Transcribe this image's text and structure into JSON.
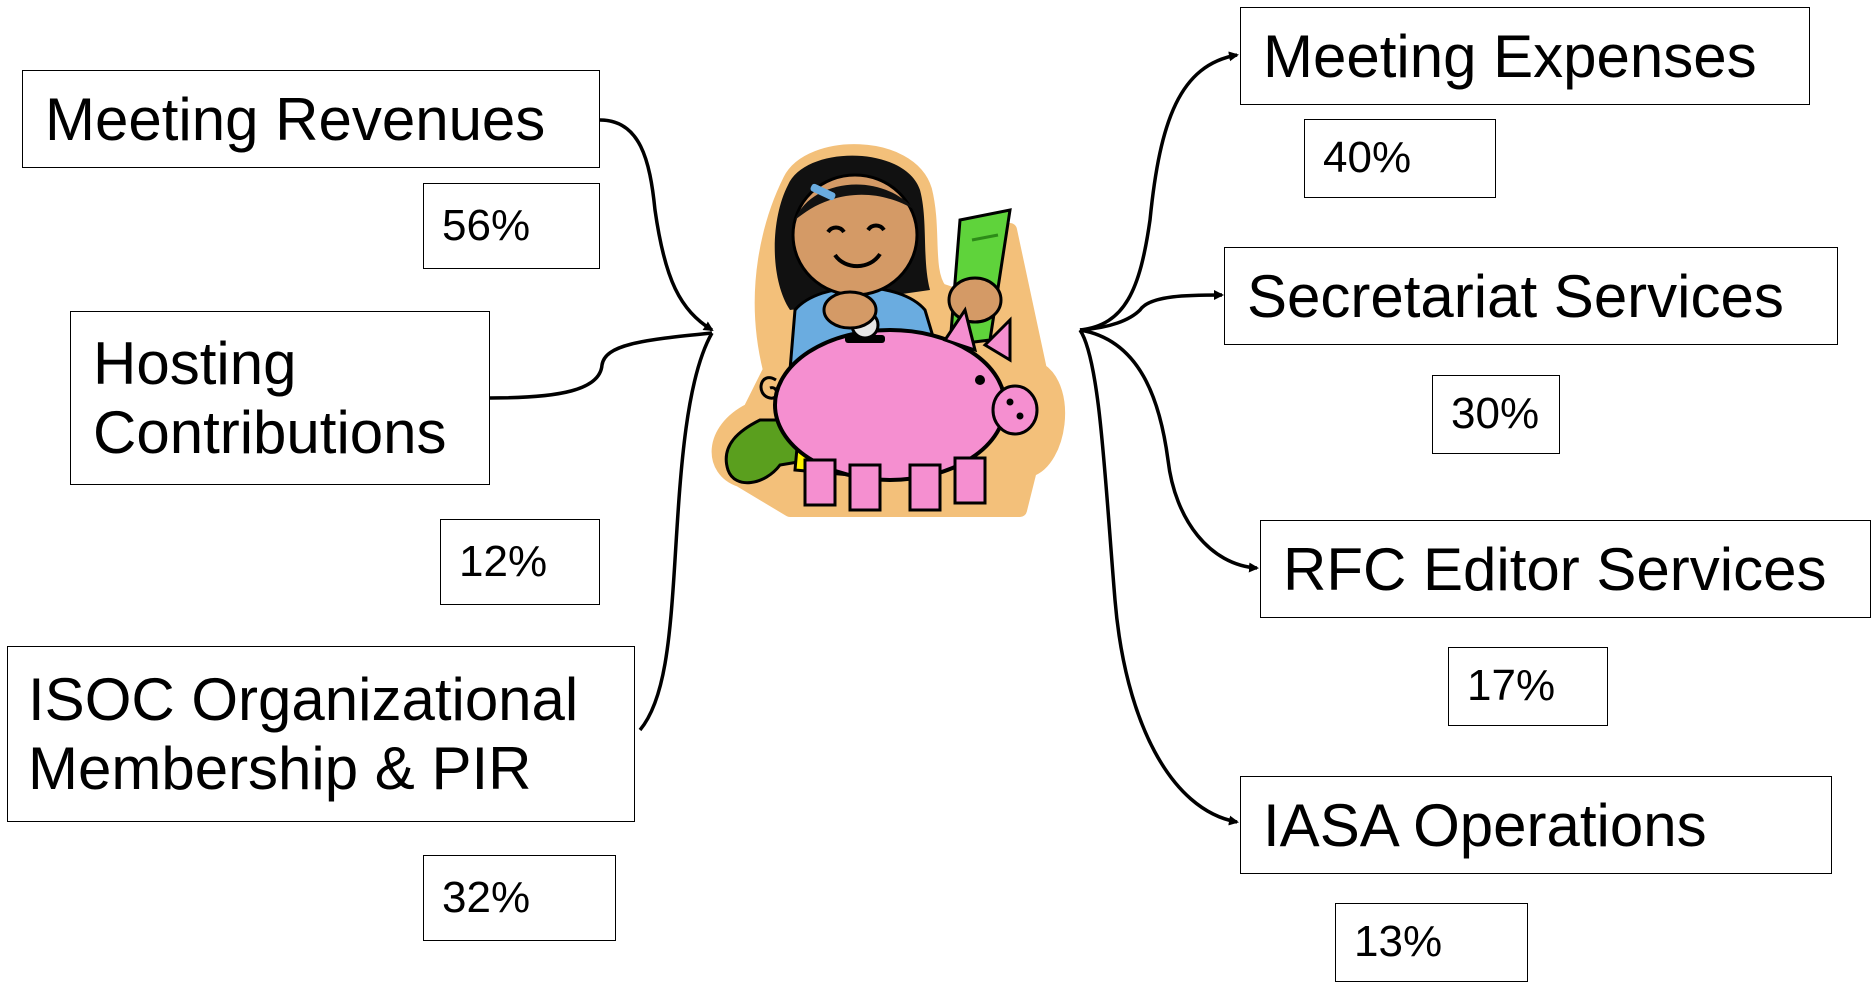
{
  "revenue_sources": [
    {
      "label": "Meeting Revenues",
      "percent": "56%"
    },
    {
      "label": "Hosting\nContributions",
      "percent": "12%"
    },
    {
      "label": "ISOC Organizational\nMembership & PIR",
      "percent": "32%"
    }
  ],
  "expense_categories": [
    {
      "label": "Meeting Expenses",
      "percent": "40%"
    },
    {
      "label": "Secretariat Services",
      "percent": "30%"
    },
    {
      "label": "RFC Editor Services",
      "percent": "17%"
    },
    {
      "label": "IASA Operations",
      "percent": "13%"
    }
  ],
  "center_image": {
    "icon": "girl-with-piggy-bank-icon",
    "colors": {
      "pig": "#f58fd0",
      "shirt": "#6aace0",
      "skin": "#d49a66",
      "hair": "#111111",
      "money": "#5fd33b",
      "sock": "#5a9f1e",
      "pants": "#fff200"
    }
  }
}
